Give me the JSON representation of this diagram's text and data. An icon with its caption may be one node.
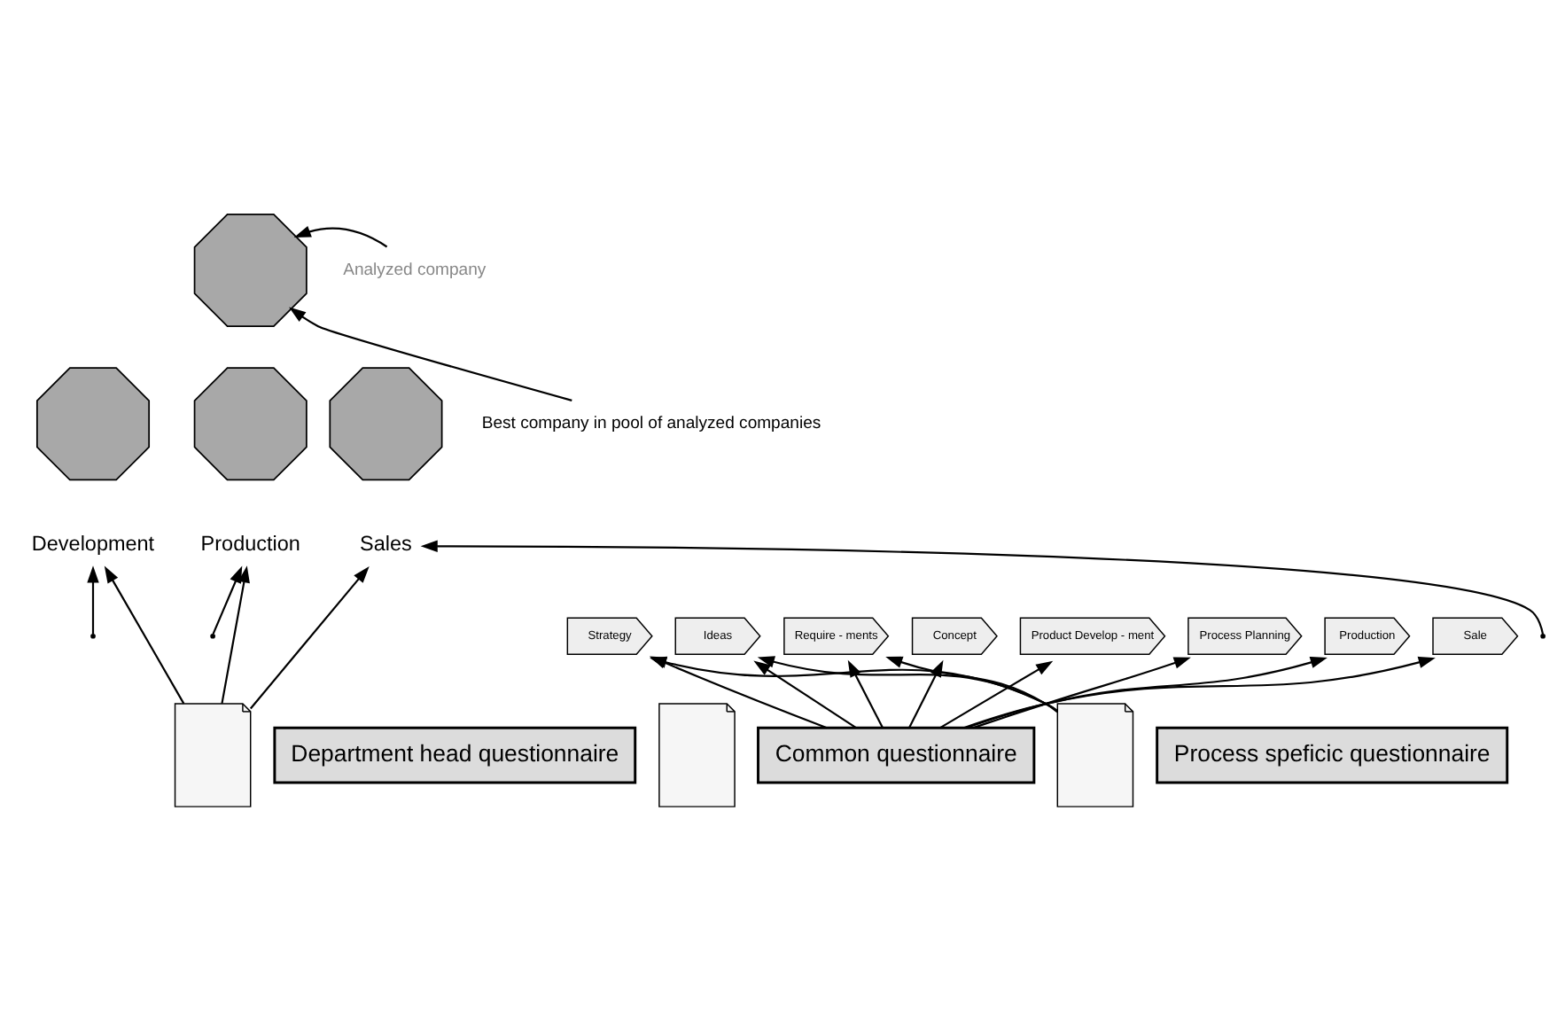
{
  "diagram": {
    "nodes": [
      {
        "text": [],
        "shape": "octagon"
      },
      {
        "text": [
          "Analyzed company"
        ]
      },
      {
        "text": [
          "Best company in pool of analyzed companies"
        ]
      },
      {
        "text": [],
        "shape": "octagon"
      },
      {
        "text": [],
        "shape": "octagon"
      },
      {
        "text": [],
        "shape": "octagon"
      },
      {
        "text": [
          "Development"
        ]
      },
      {
        "text": [
          "Production"
        ]
      },
      {
        "text": [
          "Sales"
        ]
      },
      {
        "text": [
          "Strategy"
        ]
      },
      {
        "text": [
          "Ideas"
        ]
      },
      {
        "text": [
          "Require - ments"
        ]
      },
      {
        "text": [
          "Concept"
        ]
      },
      {
        "text": [
          "Product Develop - ment"
        ]
      },
      {
        "text": [
          "Process Planning"
        ]
      },
      {
        "text": [
          "Production"
        ]
      },
      {
        "text": [
          "Sale"
        ]
      },
      {
        "text": [],
        "shape": "picture"
      },
      {
        "text": [
          "Department head questionnaire"
        ]
      },
      {
        "text": [],
        "shape": "picture"
      },
      {
        "text": [
          "Common questionnaire"
        ]
      },
      {
        "text": [],
        "shape": "picture"
      },
      {
        "text": [
          "Process speficic questionnaire"
        ]
      }
    ],
    "edges": [
      {
        "from": 1,
        "to": 0,
        "arrow": "to"
      },
      {
        "from": 2,
        "to": 0,
        "arrow": "to"
      },
      {
        "from": 17,
        "to": 6,
        "arrow": "to"
      },
      {
        "from": 17,
        "to": 7,
        "arrow": "to"
      },
      {
        "from": 17,
        "to": 8,
        "arrow": "to"
      },
      {
        "from": null,
        "to": 6,
        "arrow": "to"
      },
      {
        "from": null,
        "to": 7,
        "arrow": "to"
      },
      {
        "from": null,
        "to": 8,
        "arrow": "to"
      },
      {
        "from": 20,
        "to": 9,
        "arrow": "to"
      },
      {
        "from": 20,
        "to": 10,
        "arrow": "to"
      },
      {
        "from": 20,
        "to": 11,
        "arrow": "to"
      },
      {
        "from": 20,
        "to": 12,
        "arrow": "to"
      },
      {
        "from": 20,
        "to": 13,
        "arrow": "to"
      },
      {
        "from": 20,
        "to": 14,
        "arrow": "to"
      },
      {
        "from": 20,
        "to": 15,
        "arrow": "to"
      },
      {
        "from": 20,
        "to": 16,
        "arrow": "to"
      },
      {
        "from": 21,
        "to": 9,
        "arrow": "to"
      },
      {
        "from": 21,
        "to": 10,
        "arrow": "to"
      },
      {
        "from": 21,
        "to": 11,
        "arrow": "to"
      }
    ]
  }
}
